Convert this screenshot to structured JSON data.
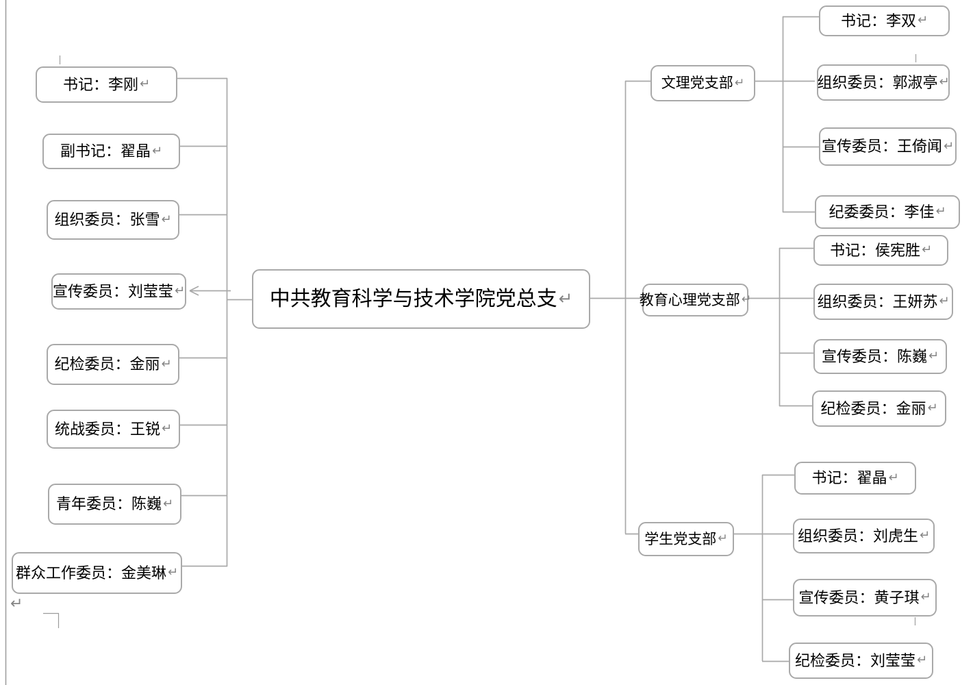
{
  "page": {
    "paragraph_mark": "↵",
    "root": {
      "label": "中共教育科学与技术学院党总支"
    },
    "committee": [
      {
        "label": "书记：李刚"
      },
      {
        "label": "副书记：翟晶"
      },
      {
        "label": "组织委员：张雪"
      },
      {
        "label": "宣传委员：刘莹莹"
      },
      {
        "label": "纪检委员：金丽"
      },
      {
        "label": "统战委员：王锐"
      },
      {
        "label": "青年委员：陈巍"
      },
      {
        "label": "群众工作委员：金美琳"
      }
    ],
    "branches": [
      {
        "label": "文理党支部",
        "members": [
          {
            "label": "书记：李双"
          },
          {
            "label": "组织委员：郭淑亭"
          },
          {
            "label": "宣传委员：王倚闻"
          },
          {
            "label": "纪委委员：李佳"
          }
        ]
      },
      {
        "label": "教育心理党支部",
        "members": [
          {
            "label": "书记：侯宪胜"
          },
          {
            "label": "组织委员：王妍苏"
          },
          {
            "label": "宣传委员：陈巍"
          },
          {
            "label": "纪检委员：金丽"
          }
        ]
      },
      {
        "label": "学生党支部",
        "members": [
          {
            "label": "书记：翟晶"
          },
          {
            "label": "组织委员：刘虎生"
          },
          {
            "label": "宣传委员：黄子琪"
          },
          {
            "label": "纪检委员：刘莹莹"
          }
        ]
      }
    ],
    "colors": {
      "box_border": "#a9a9a9",
      "connector": "#a9a9a9",
      "text": "#000000",
      "paragraph_mark": "#848484",
      "page_edge": "#9b9b9b",
      "cursor": "#1a1a1a"
    }
  }
}
